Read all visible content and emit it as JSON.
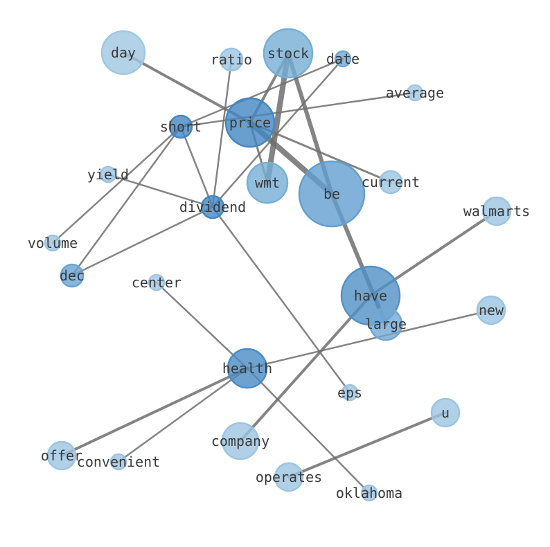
{
  "graph": {
    "colors": {
      "edge": "#6e6e6e",
      "node_light": "#a9cce4",
      "node_mid": "#7db3d9",
      "node_dark": "#3d82bf",
      "label": "#3a3a3a"
    },
    "nodes": [
      {
        "id": "day",
        "label": "day",
        "weight": 0.1
      },
      {
        "id": "ratio",
        "label": "ratio",
        "weight": 0.15
      },
      {
        "id": "stock",
        "label": "stock",
        "weight": 0.55
      },
      {
        "id": "date",
        "label": "date",
        "weight": 0.6
      },
      {
        "id": "average",
        "label": "average",
        "weight": 0.1
      },
      {
        "id": "short",
        "label": "short",
        "weight": 0.95
      },
      {
        "id": "price",
        "label": "price",
        "weight": 0.95
      },
      {
        "id": "yield",
        "label": "yield",
        "weight": 0.15
      },
      {
        "id": "wmt",
        "label": "wmt",
        "weight": 0.55
      },
      {
        "id": "current",
        "label": "current",
        "weight": 0.15
      },
      {
        "id": "be",
        "label": "be",
        "weight": 0.7
      },
      {
        "id": "dividend",
        "label": "dividend",
        "weight": 0.95
      },
      {
        "id": "walmarts",
        "label": "walmarts",
        "weight": 0.15
      },
      {
        "id": "volume",
        "label": "volume",
        "weight": 0.15
      },
      {
        "id": "dec",
        "label": "dec",
        "weight": 0.65
      },
      {
        "id": "center",
        "label": "center",
        "weight": 0.1
      },
      {
        "id": "have",
        "label": "have",
        "weight": 0.85
      },
      {
        "id": "new",
        "label": "new",
        "weight": 0.15
      },
      {
        "id": "large",
        "label": "large",
        "weight": 0.6
      },
      {
        "id": "health",
        "label": "health",
        "weight": 0.9
      },
      {
        "id": "eps",
        "label": "eps",
        "weight": 0.15
      },
      {
        "id": "u",
        "label": "u",
        "weight": 0.15
      },
      {
        "id": "company",
        "label": "company",
        "weight": 0.15
      },
      {
        "id": "offer",
        "label": "offer",
        "weight": 0.15
      },
      {
        "id": "convenient",
        "label": "convenient",
        "weight": 0.15
      },
      {
        "id": "operates",
        "label": "operates",
        "weight": 0.15
      },
      {
        "id": "oklahoma",
        "label": "oklahoma",
        "weight": 0.15
      }
    ],
    "edges": [
      {
        "source": "day",
        "target": "price",
        "weight": 4
      },
      {
        "source": "stock",
        "target": "wmt",
        "weight": 8
      },
      {
        "source": "stock",
        "target": "price",
        "weight": 4
      },
      {
        "source": "stock",
        "target": "be",
        "weight": 6
      },
      {
        "source": "price",
        "target": "be",
        "weight": 8
      },
      {
        "source": "price",
        "target": "current",
        "weight": 3
      },
      {
        "source": "price",
        "target": "wmt",
        "weight": 3
      },
      {
        "source": "be",
        "target": "large",
        "weight": 6
      },
      {
        "source": "short",
        "target": "date",
        "weight": 2.5
      },
      {
        "source": "short",
        "target": "average",
        "weight": 2.5
      },
      {
        "source": "short",
        "target": "volume",
        "weight": 2.5
      },
      {
        "source": "short",
        "target": "dec",
        "weight": 2.5
      },
      {
        "source": "short",
        "target": "dividend",
        "weight": 2.5
      },
      {
        "source": "ratio",
        "target": "dividend",
        "weight": 2.5
      },
      {
        "source": "date",
        "target": "dividend",
        "weight": 2.5
      },
      {
        "source": "yield",
        "target": "dividend",
        "weight": 2.5
      },
      {
        "source": "dividend",
        "target": "dec",
        "weight": 2.5
      },
      {
        "source": "dividend",
        "target": "eps",
        "weight": 2.5
      },
      {
        "source": "walmarts",
        "target": "have",
        "weight": 4
      },
      {
        "source": "have",
        "target": "company",
        "weight": 4
      },
      {
        "source": "center",
        "target": "health",
        "weight": 2.5
      },
      {
        "source": "new",
        "target": "health",
        "weight": 2.5
      },
      {
        "source": "health",
        "target": "offer",
        "weight": 4
      },
      {
        "source": "health",
        "target": "convenient",
        "weight": 2.5
      },
      {
        "source": "health",
        "target": "oklahoma",
        "weight": 2.5
      },
      {
        "source": "u",
        "target": "operates",
        "weight": 4
      }
    ]
  }
}
